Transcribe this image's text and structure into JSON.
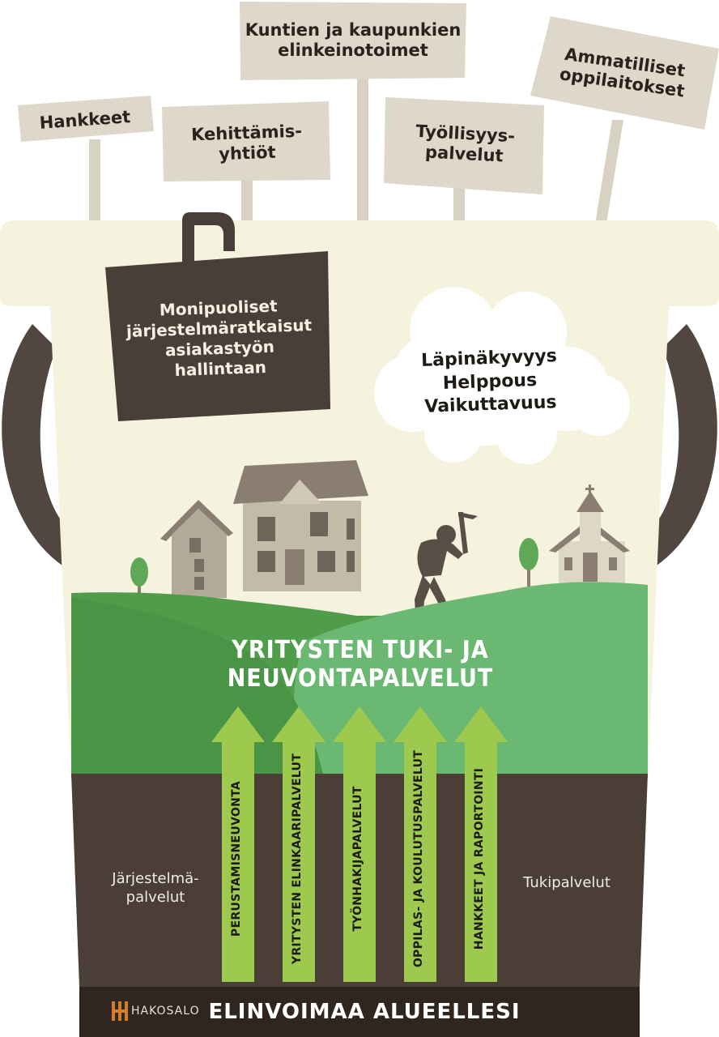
{
  "signs": [
    {
      "text": "Hankkeet"
    },
    {
      "text": "Kehittämis-\nyhtiöt"
    },
    {
      "text": "Kuntien ja kaupunkien\nelinkeinotoimet"
    },
    {
      "text": "Työllisyys-\npalvelut"
    },
    {
      "text": "Ammatilliset\noppilaitokset"
    }
  ],
  "dark_sign": {
    "text": "Monipuoliset\njärjestelmäratkaisut\nasiakastyön\nhallintaan"
  },
  "cloud": {
    "lines": [
      "Läpinäkyvyys",
      "Helppous",
      "Vaikuttavuus"
    ]
  },
  "banner": {
    "text": "YRITYSTEN TUKI- JA NEUVONTAPALVELUT"
  },
  "arrows": [
    {
      "label": "PERUSTAMISNEUVONTA"
    },
    {
      "label": "YRITYSTEN ELINKAARIPALVELUT"
    },
    {
      "label": "TYÖNHAKIJAPALVELUT"
    },
    {
      "label": "OPPILAS- JA KOULUTUSPALVELUT"
    },
    {
      "label": "HANKKEET JA RAPORTOINTI"
    }
  ],
  "left_label": {
    "text": "Järjestelmä-\npalvelut"
  },
  "right_label": {
    "text": "Tukipalvelut"
  },
  "footer": {
    "title": "ELINVOIMAA ALUEELLESI",
    "logo": "HAKOSALO"
  },
  "colors": {
    "sign": "#ddd8ca",
    "post": "#d8d2c2",
    "bucket": "#f5f2de",
    "dark": "#4a3f38",
    "handle": "#524740",
    "hill_dark": "#4f9c4a",
    "hill_light": "#6bb873",
    "soil": "#4a3e36",
    "arrow": "#9dc94f",
    "house": "#b2aa98",
    "roof": "#8a7e72",
    "footer": "#2f2620",
    "logo": "#d07e2b"
  }
}
